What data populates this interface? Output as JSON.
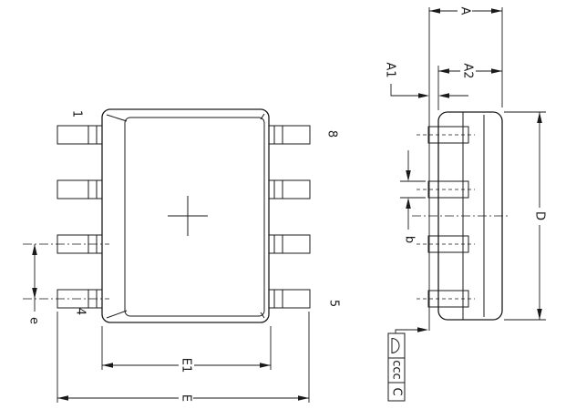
{
  "labels": {
    "pin1": "1",
    "pin4": "4",
    "pin5": "5",
    "pin8": "8",
    "pitch": "e",
    "body_width": "E1",
    "overall_width": "E",
    "overall_height": "A",
    "standoff": "A1",
    "body_thickness": "A2",
    "lead_width": "b",
    "body_length": "D",
    "coplanarity_tolerance": "ccc",
    "datum_reference": "C"
  },
  "colors": {
    "line": "#1a1a1a",
    "background": "#ffffff"
  }
}
